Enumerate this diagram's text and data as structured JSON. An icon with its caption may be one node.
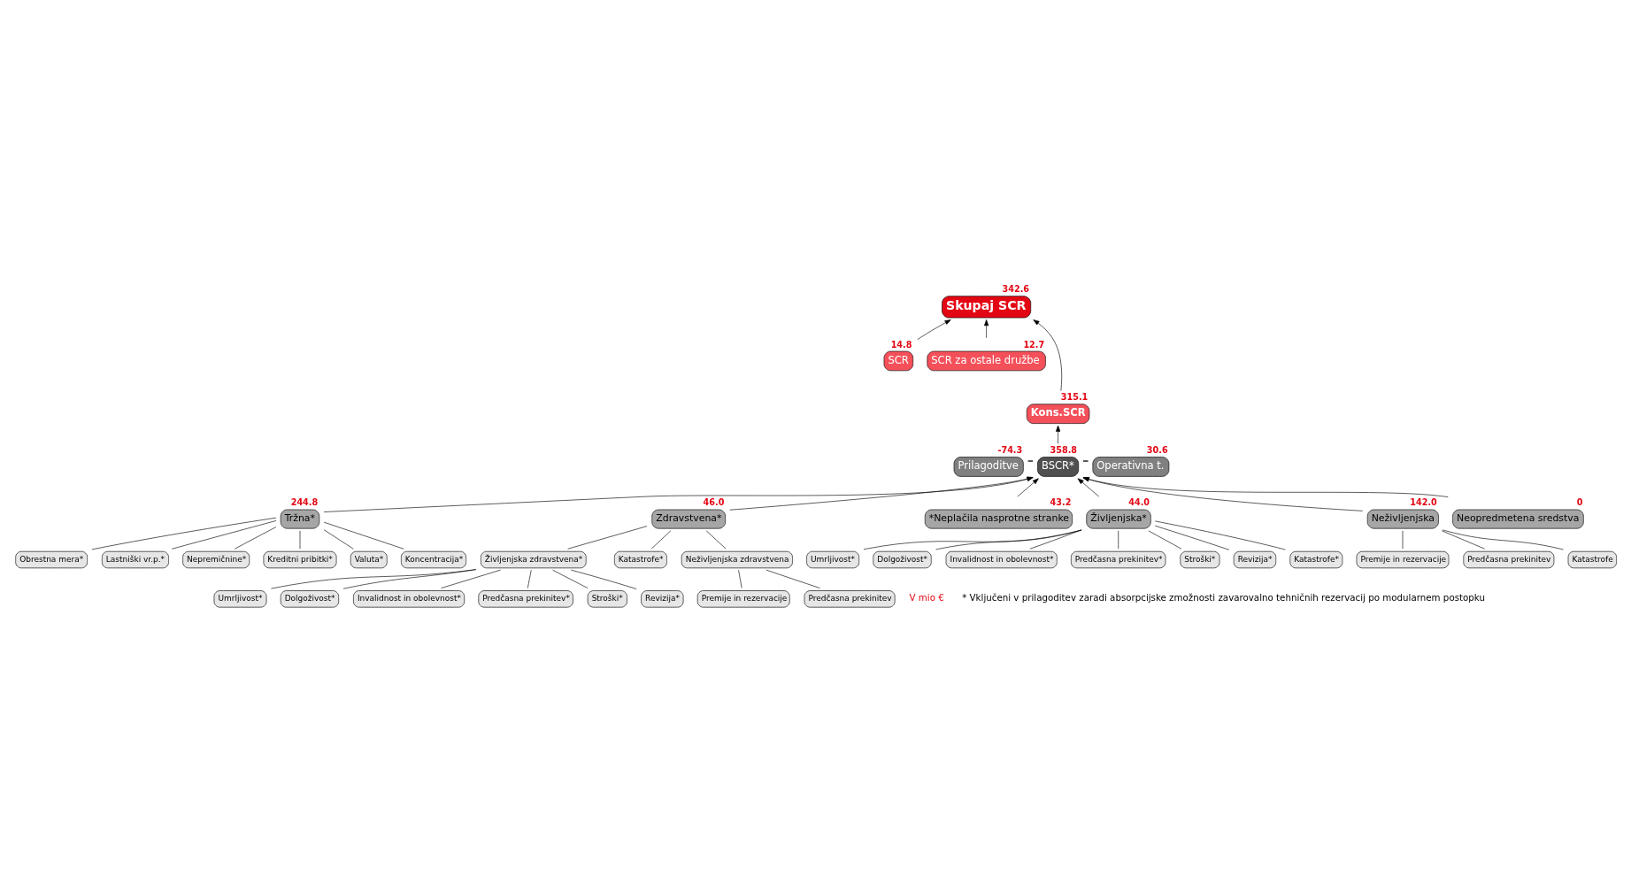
{
  "diagram": {
    "nodes": [
      {
        "text": [
          "Skupaj SCR"
        ],
        "beside": [
          "342.6"
        ]
      },
      {
        "text": [
          "SCR"
        ],
        "beside": [
          "14.8"
        ]
      },
      {
        "text": [
          "SCR za ostale družbe"
        ],
        "beside": [
          "12.7"
        ]
      },
      {
        "text": [
          "Kons.SCR"
        ],
        "beside": [
          "315.1"
        ]
      },
      {
        "text": [
          "Prilagoditve"
        ],
        "beside": [
          "-74.3"
        ]
      },
      {
        "text": [
          "BSCR*"
        ],
        "beside": [
          "358.8"
        ]
      },
      {
        "text": [
          "Operativna t."
        ],
        "beside": [
          "30.6"
        ]
      },
      {
        "text": [
          "Tržna*"
        ],
        "beside": [
          "244.8"
        ]
      },
      {
        "text": [
          "Zdravstvena*"
        ],
        "beside": [
          "46.0"
        ]
      },
      {
        "text": [
          "*Neplačila nasprotne stranke"
        ],
        "beside": [
          "43.2"
        ]
      },
      {
        "text": [
          "Življenjska*"
        ],
        "beside": [
          "44.0"
        ]
      },
      {
        "text": [
          "Neživljenjska"
        ],
        "beside": [
          "142.0"
        ]
      },
      {
        "text": [
          "Neopredmetena sredstva"
        ],
        "beside": [
          "0"
        ]
      },
      {
        "text": [
          "Obrestna mera*"
        ]
      },
      {
        "text": [
          "Lastniški vr.p.*"
        ]
      },
      {
        "text": [
          "Nepremičnine*"
        ]
      },
      {
        "text": [
          "Kreditni pribitki*"
        ]
      },
      {
        "text": [
          "Valuta*"
        ]
      },
      {
        "text": [
          "Koncentracija*"
        ]
      },
      {
        "text": [
          "Življenjska zdravstvena*"
        ]
      },
      {
        "text": [
          "Katastrofe*"
        ]
      },
      {
        "text": [
          "Neživljenjska zdravstvena"
        ]
      },
      {
        "text": [
          "Umrljivost*"
        ]
      },
      {
        "text": [
          "Dolgoživost*"
        ]
      },
      {
        "text": [
          "Invalidnost in obolevnost*"
        ]
      },
      {
        "text": [
          "Predčasna prekinitev*"
        ]
      },
      {
        "text": [
          "Stroški*"
        ]
      },
      {
        "text": [
          "Revizija*"
        ]
      },
      {
        "text": [
          "Premije in rezervacije"
        ]
      },
      {
        "text": [
          "Predčasna prekinitev"
        ]
      },
      {
        "text": [
          "Umrljivost*"
        ]
      },
      {
        "text": [
          "Dolgoživost*"
        ]
      },
      {
        "text": [
          "Invalidnost in obolevnost*"
        ]
      },
      {
        "text": [
          "Predčasna prekinitev*"
        ]
      },
      {
        "text": [
          "Stroški*"
        ]
      },
      {
        "text": [
          "Revizija*"
        ]
      },
      {
        "text": [
          "Katastrofe*"
        ]
      },
      {
        "text": [
          "Premije in rezervacije"
        ]
      },
      {
        "text": [
          "Predčasna prekinitev"
        ]
      },
      {
        "text": [
          "Katastrofe"
        ]
      }
    ],
    "edges": [
      {
        "from": 1,
        "to": 0,
        "arrow": "to"
      },
      {
        "from": 2,
        "to": 0,
        "arrow": "to"
      },
      {
        "from": 3,
        "to": 0,
        "arrow": "to"
      },
      {
        "from": 5,
        "to": 3,
        "arrow": "to"
      },
      {
        "from": 4,
        "to": 5,
        "arrow": "none"
      },
      {
        "from": 6,
        "to": 5,
        "arrow": "none"
      },
      {
        "from": 7,
        "to": 5,
        "arrow": "to"
      },
      {
        "from": 8,
        "to": 5,
        "arrow": "to"
      },
      {
        "from": 9,
        "to": 5,
        "arrow": "to"
      },
      {
        "from": 10,
        "to": 5,
        "arrow": "to"
      },
      {
        "from": 11,
        "to": 5,
        "arrow": "to"
      },
      {
        "from": 12,
        "to": 5,
        "arrow": "to"
      },
      {
        "from": 13,
        "to": 7,
        "arrow": "none"
      },
      {
        "from": 14,
        "to": 7,
        "arrow": "none"
      },
      {
        "from": 15,
        "to": 7,
        "arrow": "none"
      },
      {
        "from": 16,
        "to": 7,
        "arrow": "none"
      },
      {
        "from": 17,
        "to": 7,
        "arrow": "none"
      },
      {
        "from": 18,
        "to": 7,
        "arrow": "none"
      },
      {
        "from": 19,
        "to": 8,
        "arrow": "none"
      },
      {
        "from": 20,
        "to": 8,
        "arrow": "none"
      },
      {
        "from": 21,
        "to": 8,
        "arrow": "none"
      },
      {
        "from": 22,
        "to": 19,
        "arrow": "none"
      },
      {
        "from": 23,
        "to": 19,
        "arrow": "none"
      },
      {
        "from": 24,
        "to": 19,
        "arrow": "none"
      },
      {
        "from": 25,
        "to": 19,
        "arrow": "none"
      },
      {
        "from": 26,
        "to": 19,
        "arrow": "none"
      },
      {
        "from": 27,
        "to": 19,
        "arrow": "none"
      },
      {
        "from": 28,
        "to": 21,
        "arrow": "none"
      },
      {
        "from": 29,
        "to": 21,
        "arrow": "none"
      },
      {
        "from": 30,
        "to": 10,
        "arrow": "none"
      },
      {
        "from": 31,
        "to": 10,
        "arrow": "none"
      },
      {
        "from": 32,
        "to": 10,
        "arrow": "none"
      },
      {
        "from": 33,
        "to": 10,
        "arrow": "none"
      },
      {
        "from": 34,
        "to": 10,
        "arrow": "none"
      },
      {
        "from": 35,
        "to": 10,
        "arrow": "none"
      },
      {
        "from": 36,
        "to": 10,
        "arrow": "none"
      },
      {
        "from": 37,
        "to": 11,
        "arrow": "none"
      },
      {
        "from": 38,
        "to": 11,
        "arrow": "none"
      },
      {
        "from": 39,
        "to": 11,
        "arrow": "none"
      }
    ],
    "labels": [
      "V mio €",
      "* Vključeni v prilagoditev zaradi absorpcijske zmožnosti zavarovalno tehničnih rezervacij po modularnem postopku"
    ]
  }
}
